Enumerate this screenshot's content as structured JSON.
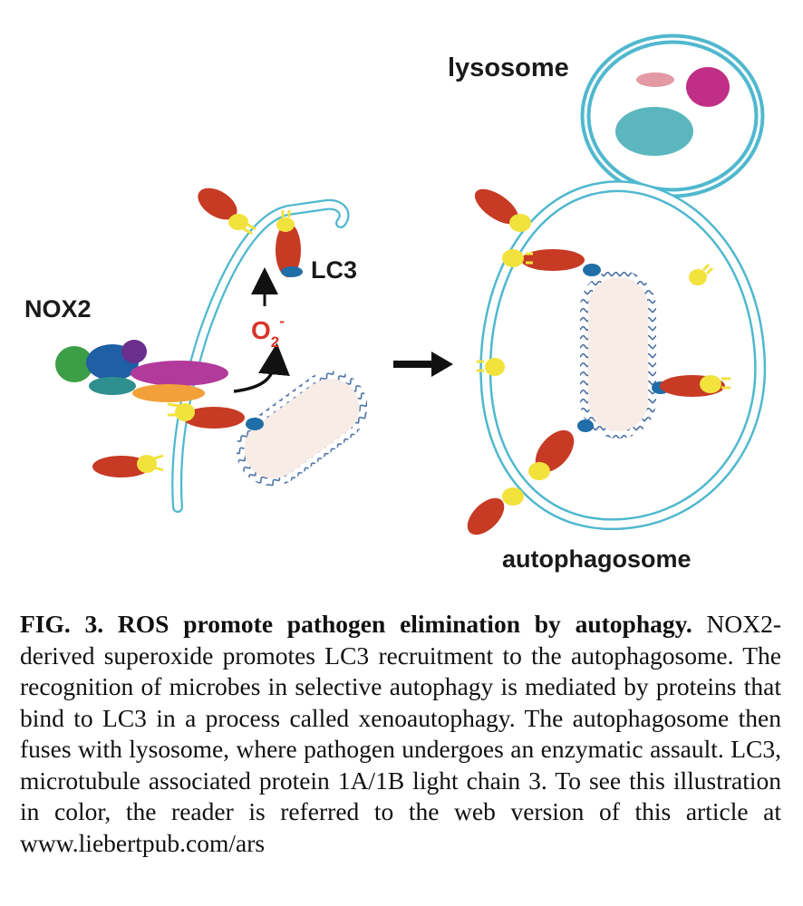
{
  "figure": {
    "labels": {
      "lysosome": "lysosome",
      "nox2": "NOX2",
      "lc3": "LC3",
      "superoxide_base": "O",
      "superoxide_sub": "2",
      "superoxide_sup": "-",
      "autophagosome": "autophagosome"
    },
    "colors": {
      "membrane": "#4fb8cf",
      "lc3_protein": "#c73a24",
      "receptor": "#f2e23c",
      "pathogen_body": "#f8ece6",
      "pathogen_wall": "#4a6fa3",
      "lc3_tag": "#1f6ea7",
      "superoxide": "#d8342a",
      "arrow": "#111111",
      "nox2_green": "#3c9e46",
      "nox2_blue": "#1f5fa6",
      "nox2_purple": "#6a2e8c",
      "nox2_magenta": "#b23a9a",
      "nox2_teal": "#2f8f8f",
      "nox2_orange": "#f2a13a",
      "lysosome_cargo_teal": "#5bb7bd",
      "lysosome_cargo_magenta": "#c02e86",
      "lysosome_cargo_pink": "#e39aa5"
    }
  },
  "caption": {
    "title": "FIG. 3.  ROS promote pathogen elimination by autophagy.",
    "body": " NOX2-derived superoxide promotes LC3 recruitment to the autophagosome. The recognition of microbes in selective autophagy is mediated by proteins that bind to LC3 in a process called xenoautophagy. The autophagosome then fuses with lysosome, where pathogen undergoes an enzymatic assault. LC3, microtubule associated protein 1A/1B light chain 3. To see this illustration in color, the reader is referred to the web version of this article at www.liebertpub.com/ars"
  }
}
